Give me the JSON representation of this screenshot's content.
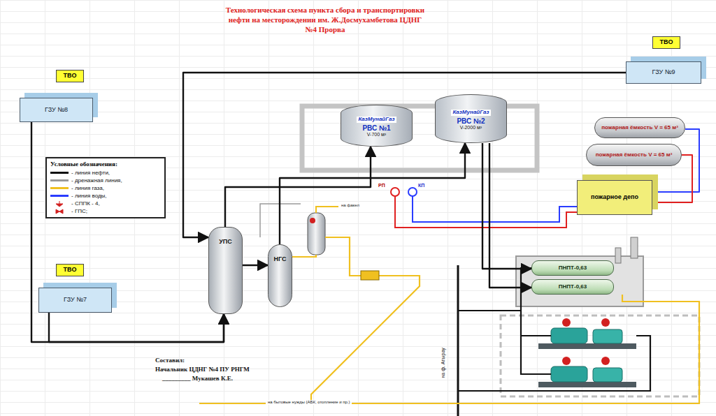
{
  "diagram": {
    "title": "Технологическая схема пункта сбора и транспортировки нефти на месторождении им. Ж.Досмухамбетова ЦДНГ №4 Прорва",
    "nodes": [
      {
        "text": [
          "ТВО"
        ]
      },
      {
        "text": [
          "ГЗУ №8"
        ]
      },
      {
        "text": [
          "ТВО"
        ]
      },
      {
        "text": [
          "ГЗУ №9"
        ]
      },
      {
        "text": [
          "КазМунайГаз",
          "РВС №1",
          "V-700 м³"
        ]
      },
      {
        "text": [
          "КазМунайГаз",
          "РВС №2",
          "V-2000 м³"
        ]
      },
      {
        "text": [
          "пожарная ёмкость V = 65 м³"
        ]
      },
      {
        "text": [
          "пожарная ёмкость V = 65 м³"
        ]
      },
      {
        "text": [
          "пожарное депо"
        ]
      },
      {
        "text": [
          "УПС"
        ]
      },
      {
        "text": [
          "НГС"
        ]
      },
      {
        "text": [
          "ТВО"
        ]
      },
      {
        "text": [
          "ГЗУ №7"
        ]
      },
      {
        "text": [
          "ПНПТ-0,63"
        ]
      },
      {
        "text": [
          "ПНПТ-0,63"
        ]
      }
    ],
    "edges": [
      {
        "from": 1,
        "to": 9,
        "arrow": "to"
      },
      {
        "from": 12,
        "to": 9,
        "arrow": "to"
      },
      {
        "from": 3,
        "to": 9,
        "arrow": "to"
      },
      {
        "from": 9,
        "to": 10,
        "arrow": "to"
      },
      {
        "from": 9,
        "to": 4,
        "arrow": "to"
      },
      {
        "from": 10,
        "to": 5,
        "arrow": "to"
      },
      {
        "from": 5,
        "to": 13,
        "arrow": "to"
      },
      {
        "from": 5,
        "to": 14,
        "arrow": "to"
      },
      {
        "from": 6,
        "to": 8,
        "arrow": "none"
      },
      {
        "from": 7,
        "to": 8,
        "arrow": "none"
      }
    ],
    "labels": [
      "Условные обозначения:",
      "РП",
      "КП",
      "на факел",
      "Составил:",
      "Начальник ЦДНГ №4 ПУ РНГМ",
      "_________ Мукашев К.Е.",
      "на ф. Атырау",
      "на бытовые нужды (АБК, отопление и пр.)"
    ],
    "legend": [
      {
        "text": "- линия нефти,",
        "color": "#111111"
      },
      {
        "text": "- дренажная линия,",
        "color": "#9a9a9a"
      },
      {
        "text": "- линия газа,",
        "color": "#f0c020"
      },
      {
        "text": "- линия воды,",
        "color": "#2a3cff"
      },
      {
        "text": "- СППК - 4,"
      },
      {
        "text": "- ГПС;"
      }
    ]
  }
}
